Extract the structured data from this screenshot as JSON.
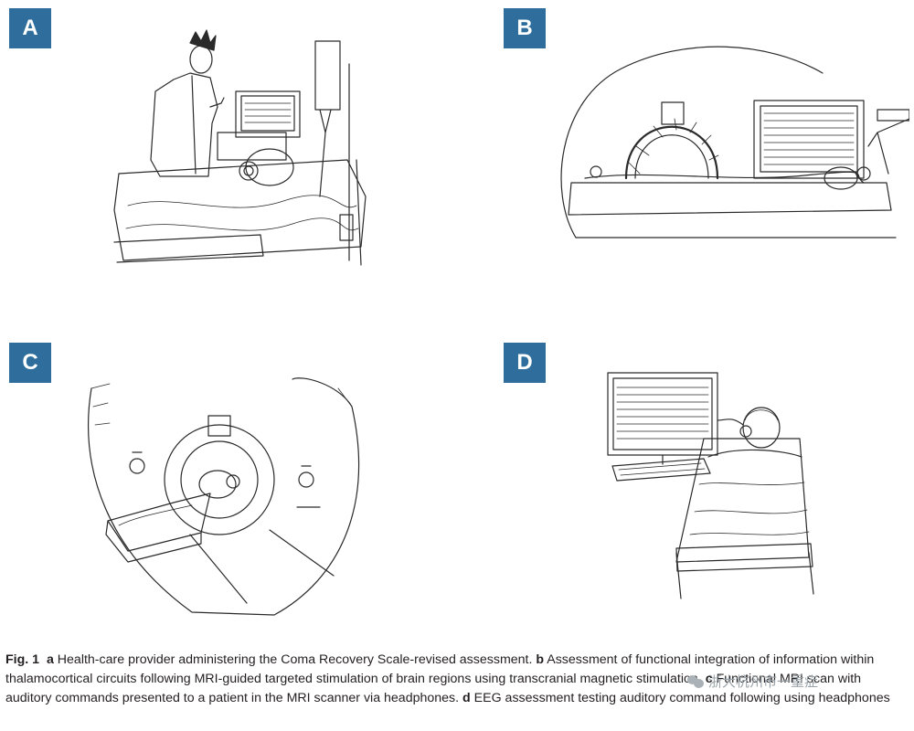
{
  "panels": [
    {
      "letter": "A"
    },
    {
      "letter": "B"
    },
    {
      "letter": "C"
    },
    {
      "letter": "D"
    }
  ],
  "caption": {
    "fig_label": "Fig. 1",
    "parts": [
      {
        "letter": "a",
        "text": "Health-care provider administering the Coma Recovery Scale-revised assessment."
      },
      {
        "letter": "b",
        "text": "Assessment of functional integration of information within thalamocortical circuits following MRI-guided targeted stimulation of brain regions using transcranial magnetic stimulation."
      },
      {
        "letter": "c",
        "text": "Functional MRI scan with auditory commands presented to a patient in the MRI scanner via headphones."
      },
      {
        "letter": "d",
        "text": "EEG assessment testing auditory command following using headphones"
      }
    ]
  },
  "watermark": {
    "text": "浙大杭州市一重症"
  }
}
